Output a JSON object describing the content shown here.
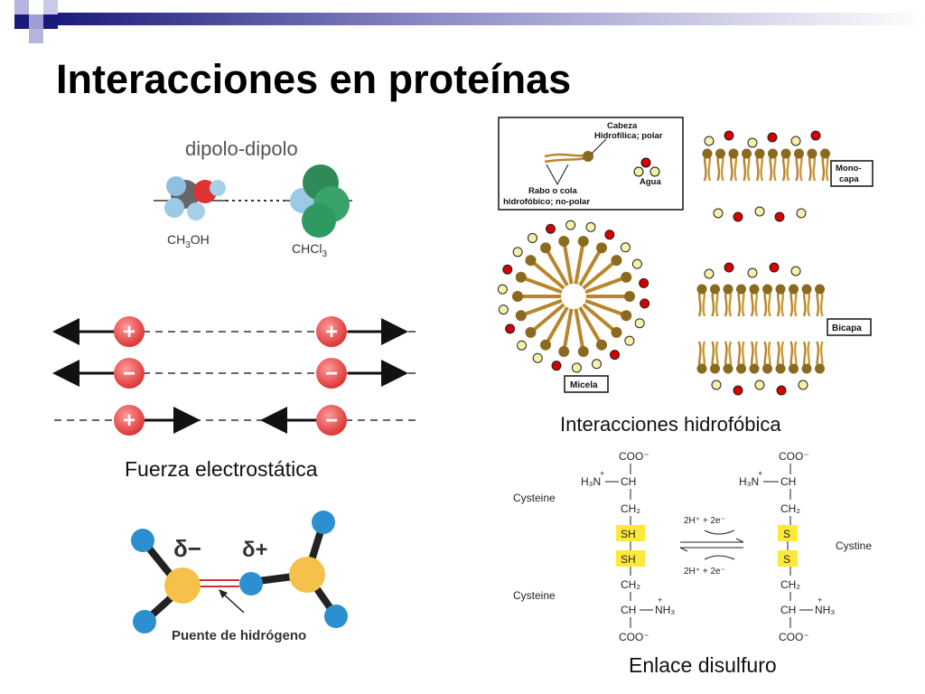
{
  "slide": {
    "title": "Interacciones en proteínas",
    "colors": {
      "accent_navy": "#1a1a7a",
      "accent_periwinkle": "#9e9ed4"
    }
  },
  "dipole_panel": {
    "heading": "dipolo-dipolo",
    "molecule_left": {
      "formula": "CH",
      "sub1": "3",
      "rest": "OH"
    },
    "molecule_right": {
      "formula": "CHCl",
      "sub1": "3"
    }
  },
  "electrostatic_panel": {
    "plus_symbol": "+",
    "minus_symbol": "−",
    "caption": "Fuerza electrostática"
  },
  "hbond_panel": {
    "delta_minus": "δ−",
    "delta_plus": "δ+",
    "label": "Puente de hidrógeno"
  },
  "hydrophobic_panel": {
    "legend_head": "Cabeza",
    "legend_head2": "Hidrofílica; polar",
    "legend_tail": "Rabo o cola",
    "legend_tail2": "hidrofóbico; no-polar",
    "legend_water": "Agua",
    "monolayer_label1": "Mono-",
    "monolayer_label2": "capa",
    "bilayer_label": "Bicapa",
    "micelle_label": "Micela",
    "caption": "Interacciones hidrofóbica"
  },
  "disulfide_panel": {
    "left_label_top": "Cysteine",
    "left_label_bottom": "Cysteine",
    "right_label": "Cystine",
    "coo_top_left": "COO⁻",
    "coo_top_right": "COO⁻",
    "coo_bottom_left": "COO⁻",
    "coo_bottom_right": "COO⁻",
    "h3n": "H₃N",
    "nh3": "NH₃",
    "plus": "+",
    "ch": "CH",
    "ch2": "CH₂",
    "sh": "SH",
    "s": "S",
    "reaction_top": "2H⁺ + 2e⁻",
    "reaction_bottom": "2H⁺ + 2e⁻",
    "caption": "Enlace disulfuro"
  }
}
